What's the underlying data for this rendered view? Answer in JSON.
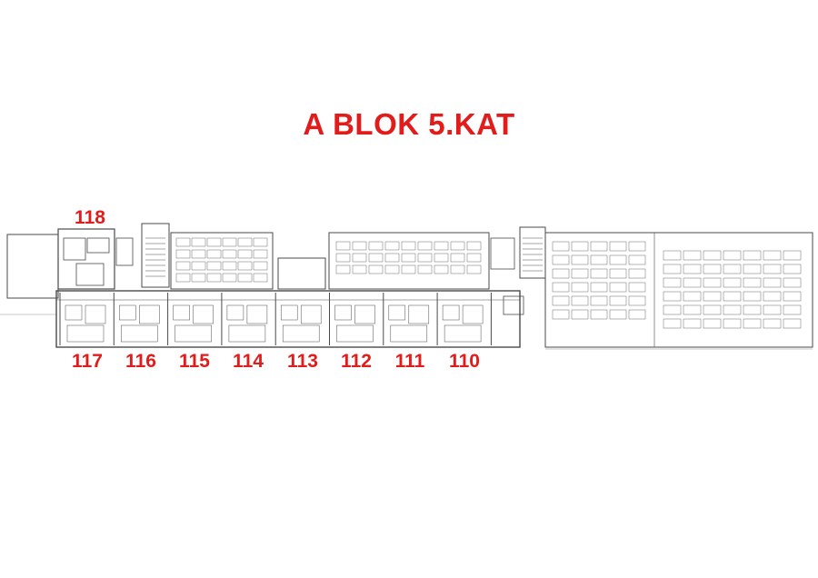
{
  "title": "A BLOK 5.KAT",
  "label_color": "#e21b1b",
  "line_color": "#4a4a4a",
  "units_top": [
    {
      "label": "118"
    }
  ],
  "units_bottom": [
    {
      "label": "117"
    },
    {
      "label": "116"
    },
    {
      "label": "115"
    },
    {
      "label": "114"
    },
    {
      "label": "113"
    },
    {
      "label": "112"
    },
    {
      "label": "111"
    },
    {
      "label": "110"
    }
  ]
}
